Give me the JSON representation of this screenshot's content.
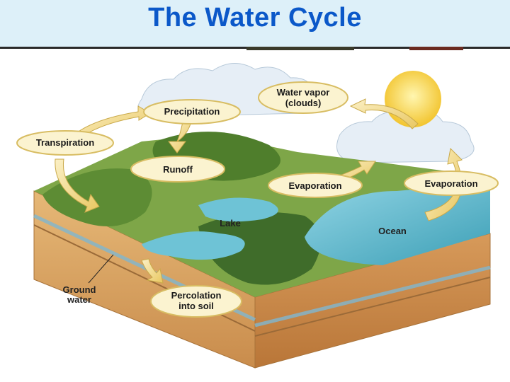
{
  "title": "The Water Cycle",
  "labels": {
    "water_vapor_line1": "Water vapor",
    "water_vapor_line2": "(clouds)",
    "precipitation": "Precipitation",
    "transpiration": "Transpiration",
    "runoff": "Runoff",
    "evaporation_lake": "Evaporation",
    "evaporation_ocean": "Evaporation",
    "lake": "Lake",
    "ocean": "Ocean",
    "ground_water_line1": "Ground",
    "ground_water_line2": "water",
    "percolation_line1": "Percolation",
    "percolation_line2": "into soil"
  },
  "colors": {
    "title": "#0b58c9",
    "header_bg": "#ddf0f9",
    "arrow": "#f2d98a",
    "water": "#5fb9cf",
    "land": "#6e9a3c",
    "soil": "#d9a868"
  }
}
